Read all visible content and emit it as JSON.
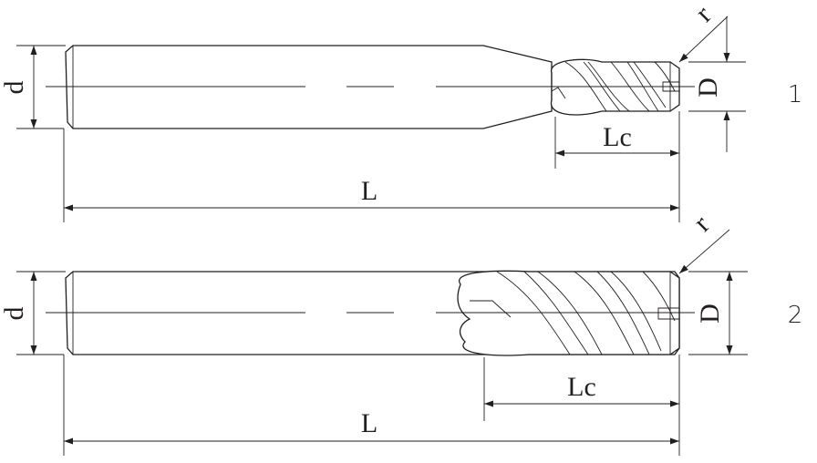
{
  "tools": [
    {
      "id": "1",
      "labels": {
        "shank_diameter": "d",
        "diameter": "D",
        "corner_radius": "r",
        "cutting_length": "Lc",
        "overall_length": "L"
      }
    },
    {
      "id": "2",
      "labels": {
        "shank_diameter": "d",
        "diameter": "D",
        "corner_radius": "r",
        "cutting_length": "Lc",
        "overall_length": "L"
      }
    }
  ]
}
